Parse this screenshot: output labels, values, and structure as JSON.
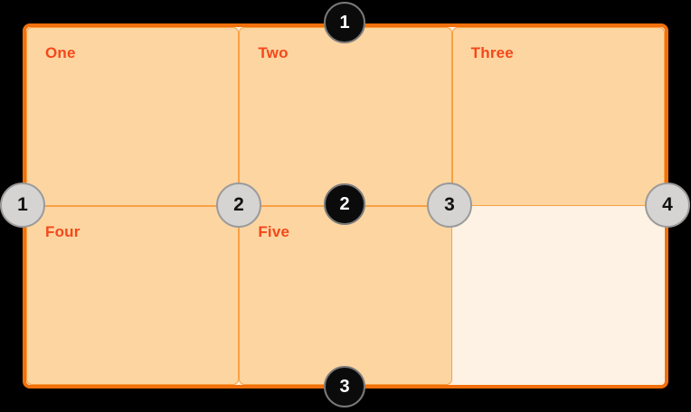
{
  "grid": {
    "cells": [
      {
        "label": "One"
      },
      {
        "label": "Two"
      },
      {
        "label": "Three"
      },
      {
        "label": "Four"
      },
      {
        "label": "Five"
      },
      {
        "label": ""
      }
    ],
    "row_line_markers": [
      "1",
      "2",
      "3"
    ],
    "column_line_markers": [
      "1",
      "2",
      "3",
      "4"
    ]
  },
  "colors": {
    "page_background": "#000000",
    "container_background": "#fdf2e3",
    "container_border": "#f1700c",
    "cell_background": "#fdd5a1",
    "cell_border": "#f8a144",
    "label_text": "#f4481a",
    "column_marker_fill": "#d5d4d3",
    "column_marker_border": "#9a9a9a",
    "column_marker_text": "#111111",
    "row_marker_fill": "#0b0b0b",
    "row_marker_border": "#7a7a7a",
    "row_marker_text": "#ffffff"
  }
}
